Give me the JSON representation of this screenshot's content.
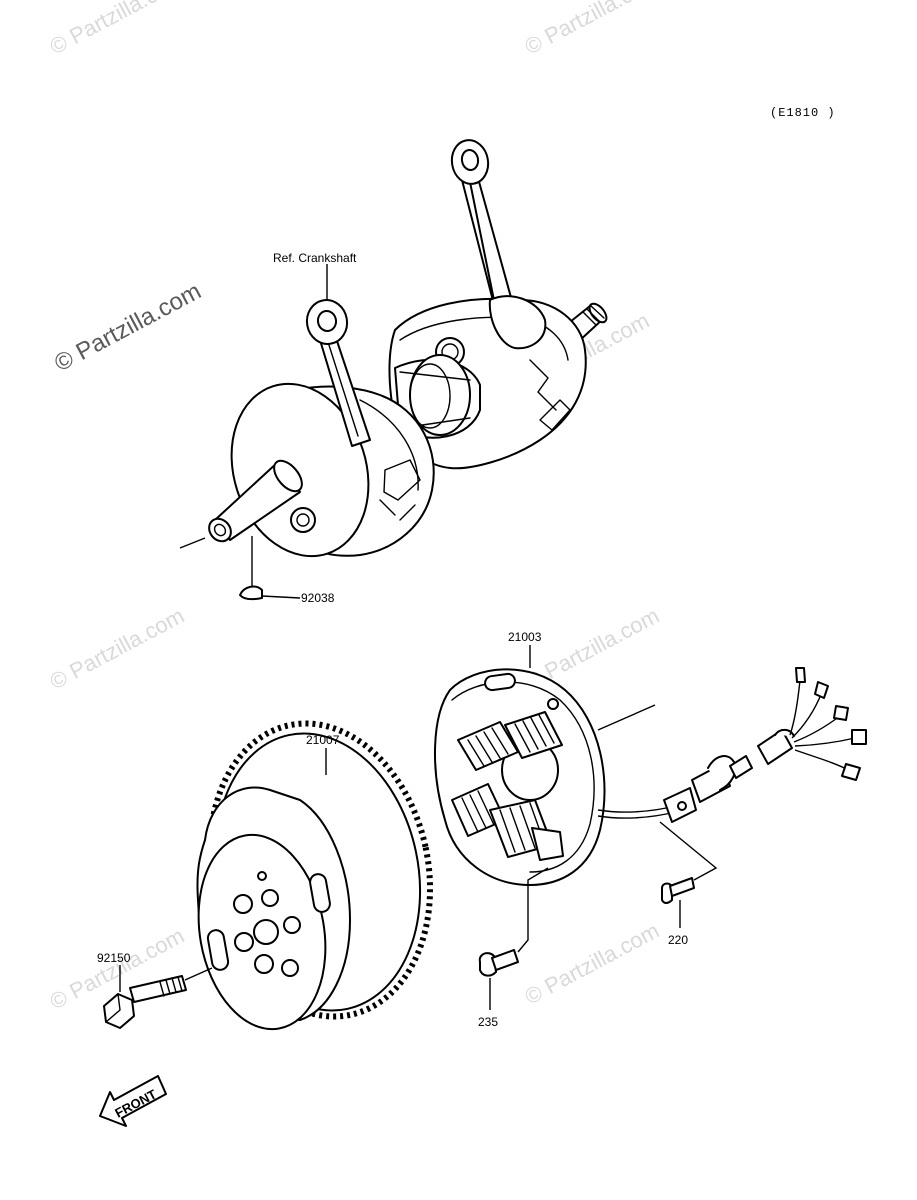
{
  "diagram_code": "(E1810 )",
  "labels": {
    "ref_crankshaft": "Ref. Crankshaft",
    "p92038": "92038",
    "p21003": "21003",
    "p21007": "21007",
    "p92150": "92150",
    "p220": "220",
    "p235": "235",
    "front": "FRONT"
  },
  "watermark": {
    "text": "© Partzilla.com",
    "color_light": "#d9d9d9",
    "color_dark": "#5a5a5a"
  }
}
